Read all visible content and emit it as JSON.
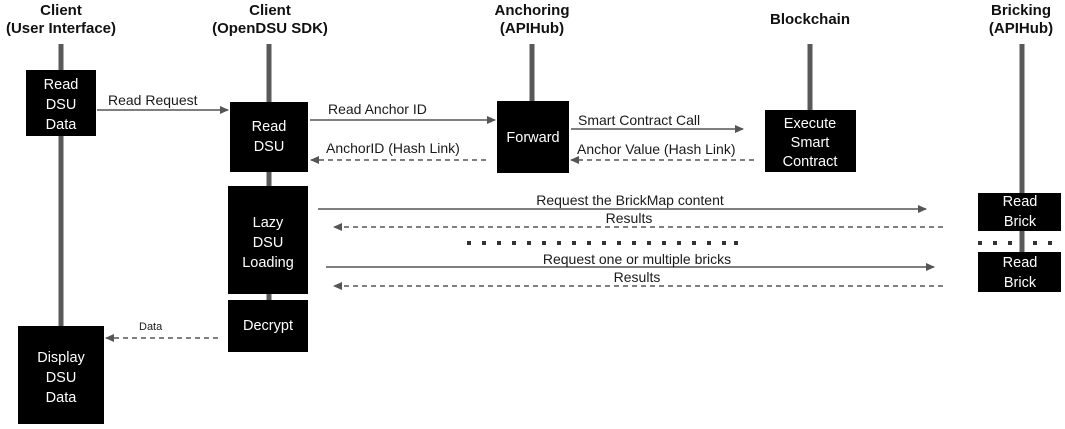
{
  "diagram": {
    "participants": [
      {
        "id": "ui",
        "lines": [
          "Client",
          "(User Interface)"
        ]
      },
      {
        "id": "sdk",
        "lines": [
          "Client",
          "(OpenDSU SDK)"
        ]
      },
      {
        "id": "anchoring",
        "lines": [
          "Anchoring",
          "(APIHub)"
        ]
      },
      {
        "id": "blockchain",
        "lines": [
          "Blockchain"
        ]
      },
      {
        "id": "bricking",
        "lines": [
          "Bricking",
          "(APIHub)"
        ]
      }
    ],
    "boxes": [
      {
        "id": "read-dsu-data",
        "lines": [
          "Read",
          "DSU",
          "Data"
        ]
      },
      {
        "id": "display-dsu-data",
        "lines": [
          "Display",
          "DSU",
          "Data"
        ]
      },
      {
        "id": "read-dsu",
        "lines": [
          "Read",
          "DSU"
        ]
      },
      {
        "id": "lazy-dsu-loading",
        "lines": [
          "Lazy",
          "DSU",
          "Loading"
        ]
      },
      {
        "id": "decrypt",
        "lines": [
          "Decrypt"
        ]
      },
      {
        "id": "forward",
        "lines": [
          "Forward"
        ]
      },
      {
        "id": "execute-smart-contract",
        "lines": [
          "Execute",
          "Smart",
          "Contract"
        ]
      },
      {
        "id": "read-brick-1",
        "lines": [
          "Read",
          "Brick"
        ]
      },
      {
        "id": "read-brick-2",
        "lines": [
          "Read",
          "Brick"
        ]
      }
    ],
    "messages": [
      {
        "id": "read-request",
        "label": "Read Request",
        "style": "solid"
      },
      {
        "id": "read-anchor-id",
        "label": "Read Anchor ID",
        "style": "solid"
      },
      {
        "id": "anchor-id-hash-link",
        "label": "AnchorID (Hash Link)",
        "style": "dashed"
      },
      {
        "id": "smart-contract-call",
        "label": "Smart Contract Call",
        "style": "solid"
      },
      {
        "id": "anchor-value-hash-link",
        "label": "Anchor Value (Hash Link)",
        "style": "dashed"
      },
      {
        "id": "request-brickmap",
        "label": "Request the BrickMap content",
        "style": "solid"
      },
      {
        "id": "results-1",
        "label": "Results",
        "style": "dashed"
      },
      {
        "id": "request-bricks",
        "label": "Request one or multiple bricks",
        "style": "solid"
      },
      {
        "id": "results-2",
        "label": "Results",
        "style": "dashed"
      },
      {
        "id": "data",
        "label": "Data",
        "style": "dashed"
      }
    ],
    "colors": {
      "box_fill": "#000000",
      "box_text": "#ffffff",
      "lifeline": "#595959",
      "arrow": "#555555"
    }
  }
}
